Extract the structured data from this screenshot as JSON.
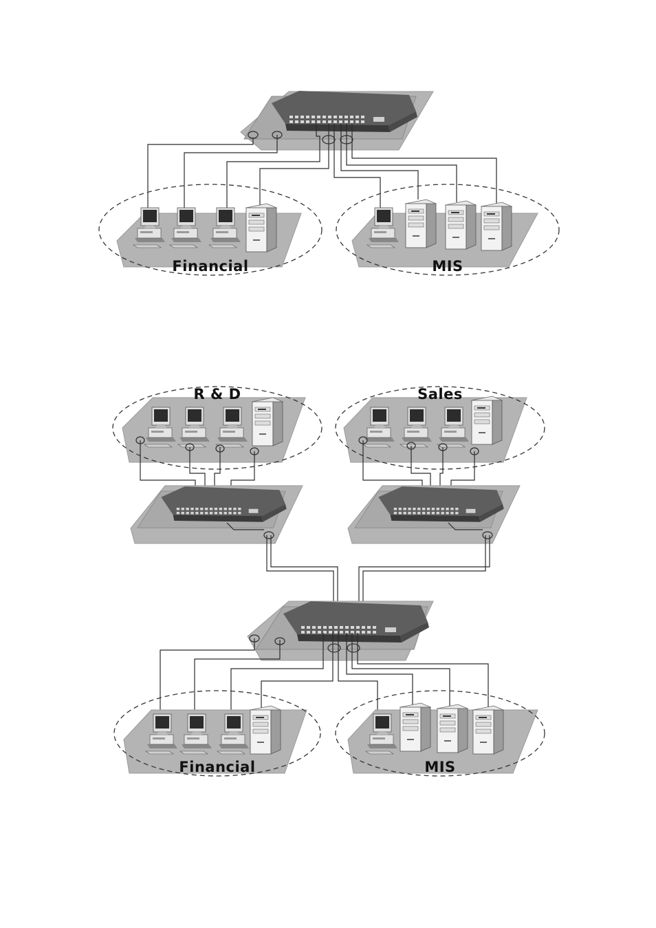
{
  "diagram_top": {
    "zones": [
      {
        "label": "Financial"
      },
      {
        "label": "MIS"
      }
    ]
  },
  "diagram_bottom": {
    "zones": [
      {
        "label": "R & D"
      },
      {
        "label": "Sales"
      },
      {
        "label": "Financial"
      },
      {
        "label": "MIS"
      }
    ]
  },
  "colors": {
    "platform": "#b4b4b4",
    "switch_body": "#5a5a5a",
    "cable": "#2a2a2a"
  },
  "icons": [
    "network-switch-icon",
    "workstation-icon",
    "server-tower-icon"
  ]
}
